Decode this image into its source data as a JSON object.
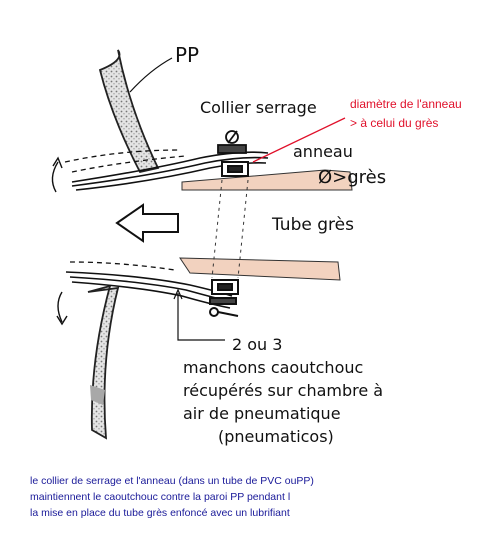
{
  "labels": {
    "pp": "PP",
    "collier": "Collier serrage",
    "anneau": "anneau",
    "diam_grès": "Ø>grès",
    "tube_grès": "Tube grès",
    "manchons": [
      "2 ou 3",
      "manchons caoutchouc",
      "récupérés sur chambre à",
      "air de pneumatique",
      "(pneumaticos)"
    ]
  },
  "red_note": [
    "diamètre de l'anneau",
    "> à celui du grès"
  ],
  "caption": [
    "le collier de serrage et l'anneau (dans un tube de PVC ouPP)",
    "maintiennent le caoutchouc contre la paroi PP pendant l",
    "la mise en place du tube grès enfoncé avec un lubrifiant"
  ],
  "colors": {
    "red_note": "#e0102a",
    "caption": "#1a1a99",
    "tube": "#f2d2bf",
    "wall": "#cfcfcf"
  }
}
